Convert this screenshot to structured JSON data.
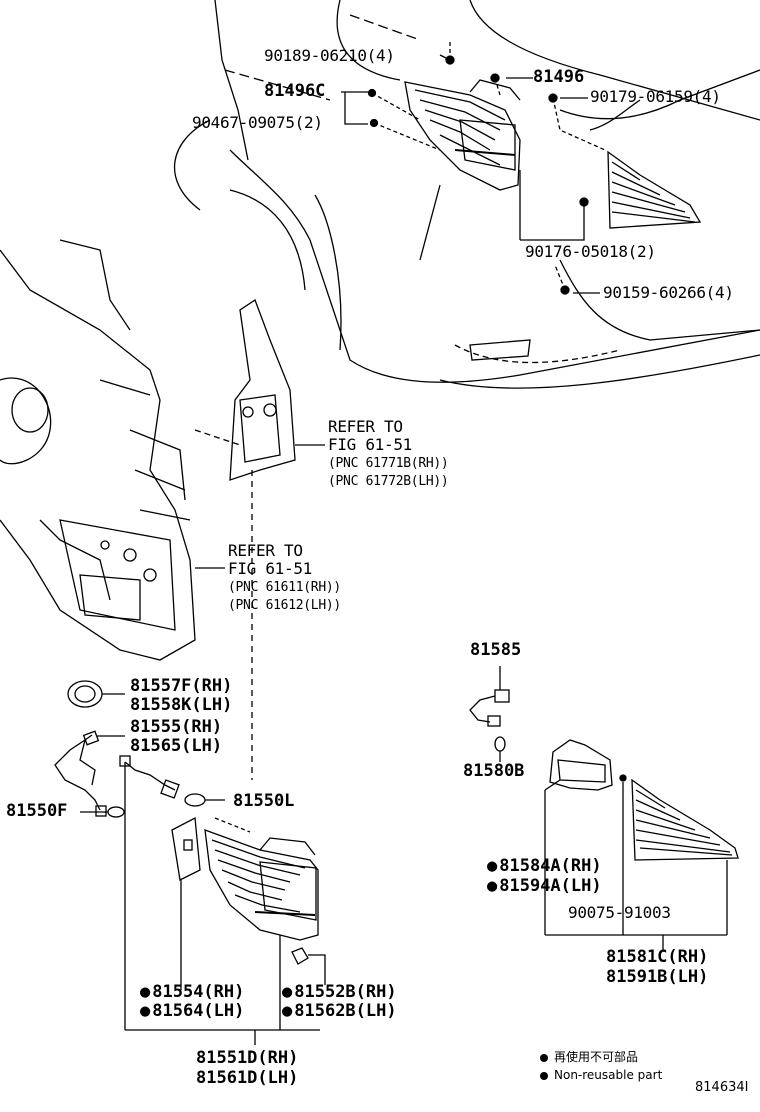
{
  "diagram_id": "814634I",
  "labels": {
    "p90189": "90189-06210(4)",
    "p81496": "81496",
    "p81496c": "81496C",
    "p90179": "90179-06159(4)",
    "p90467": "90467-09075(2)",
    "p90176": "90176-05018(2)",
    "p90159": "90159-60266(4)",
    "refer1_a": "REFER TO",
    "refer1_b": "FIG 61-51",
    "refer1_c": "(PNC 61771B(RH))",
    "refer1_d": "(PNC 61772B(LH))",
    "refer2_a": "REFER TO",
    "refer2_b": "FIG 61-51",
    "refer2_c": "(PNC 61611(RH))",
    "refer2_d": "(PNC 61612(LH))",
    "p81557f": "81557F(RH)",
    "p81558k": "81558K(LH)",
    "p81555": "81555(RH)",
    "p81565": "81565(LH)",
    "p81550f": "81550F",
    "p81550l": "81550L",
    "p81585": "81585",
    "p81580b": "81580B",
    "p81584a": "81584A(RH)",
    "p81594a": "81594A(LH)",
    "p90075": "90075-91003",
    "p81581c": "81581C(RH)",
    "p81591b": "81591B(LH)",
    "p81554": "81554(RH)",
    "p81564": "81564(LH)",
    "p81552b": "81552B(RH)",
    "p81562b": "81562B(LH)",
    "p81551d": "81551D(RH)",
    "p81561d": "81561D(LH)"
  },
  "legend": {
    "line1": "再使用不可部品",
    "line2": "Non-reusable part"
  }
}
